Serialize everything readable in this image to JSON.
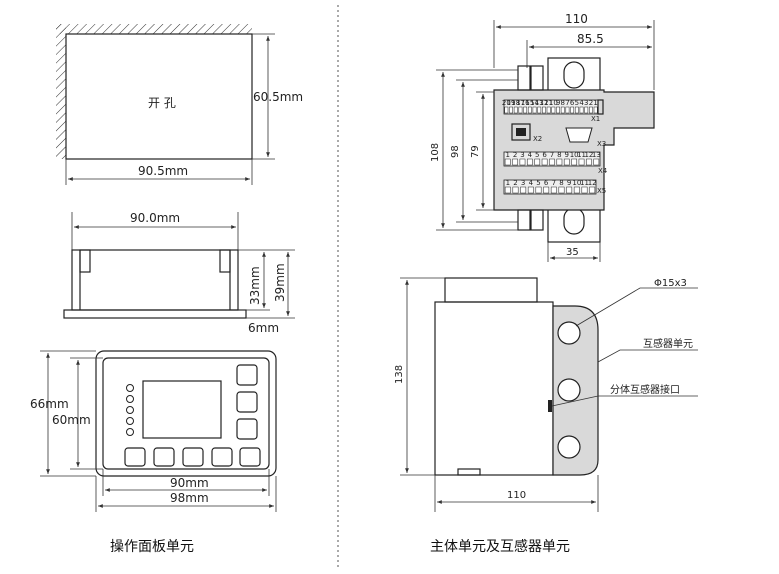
{
  "left": {
    "cutout": {
      "label": "开 孔",
      "height": "60.5mm",
      "width": "90.5mm"
    },
    "side_view": {
      "width": "90.0mm",
      "height_a": "33mm",
      "height_b": "39mm",
      "flange": "6mm"
    },
    "front_view": {
      "outer_height": "66mm",
      "inner_height": "60mm",
      "inner_width": "90mm",
      "outer_width": "98mm"
    },
    "caption": "操作面板单元"
  },
  "right": {
    "top_view": {
      "width_total": "110",
      "width_inner": "85.5",
      "height_outer": "108",
      "height_mid": "98",
      "height_inner": "79",
      "rail_width": "35",
      "connectors": [
        "X1",
        "X2",
        "X3",
        "X4",
        "X5"
      ],
      "row_x1_pins": [
        "20",
        "19",
        "18",
        "17",
        "16",
        "15",
        "14",
        "13",
        "12",
        "11",
        "10",
        "9",
        "8",
        "7",
        "6",
        "5",
        "4",
        "3",
        "2",
        "1"
      ],
      "row_x4_pins": [
        "1",
        "2",
        "3",
        "4",
        "5",
        "6",
        "7",
        "8",
        "9",
        "10",
        "11",
        "12",
        "13"
      ],
      "row_x5_pins": [
        "1",
        "2",
        "3",
        "4",
        "5",
        "6",
        "7",
        "8",
        "9",
        "10",
        "11",
        "12"
      ]
    },
    "side_view": {
      "height": "138",
      "width": "110",
      "hole_callout": "Φ15x3",
      "sensor_unit": "互感器单元",
      "split_interface": "分体互感器接口"
    },
    "caption": "主体单元及互感器单元"
  },
  "colors": {
    "body_fill": "#d9d9d9",
    "line": "#222222",
    "panel_fill": "#f5f5f5"
  }
}
